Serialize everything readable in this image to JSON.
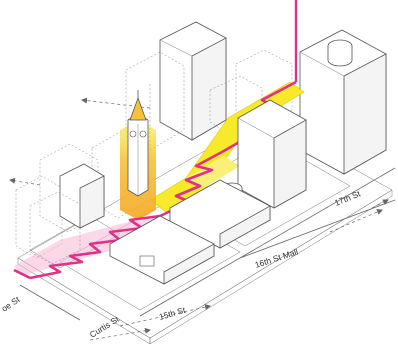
{
  "streets": {
    "s17th": "17th St",
    "s16th_mall": "16th St Mall",
    "s15th": "15th St",
    "curtis": "Curtis St",
    "arapahoe_partial": "oe St"
  },
  "colors": {
    "route_magenta": "#e0308a",
    "route_yellow": "#f6ea2a",
    "route_orange": "#f5a623",
    "route_pink_fill": "#f7b7d4",
    "linework": "#555555"
  }
}
